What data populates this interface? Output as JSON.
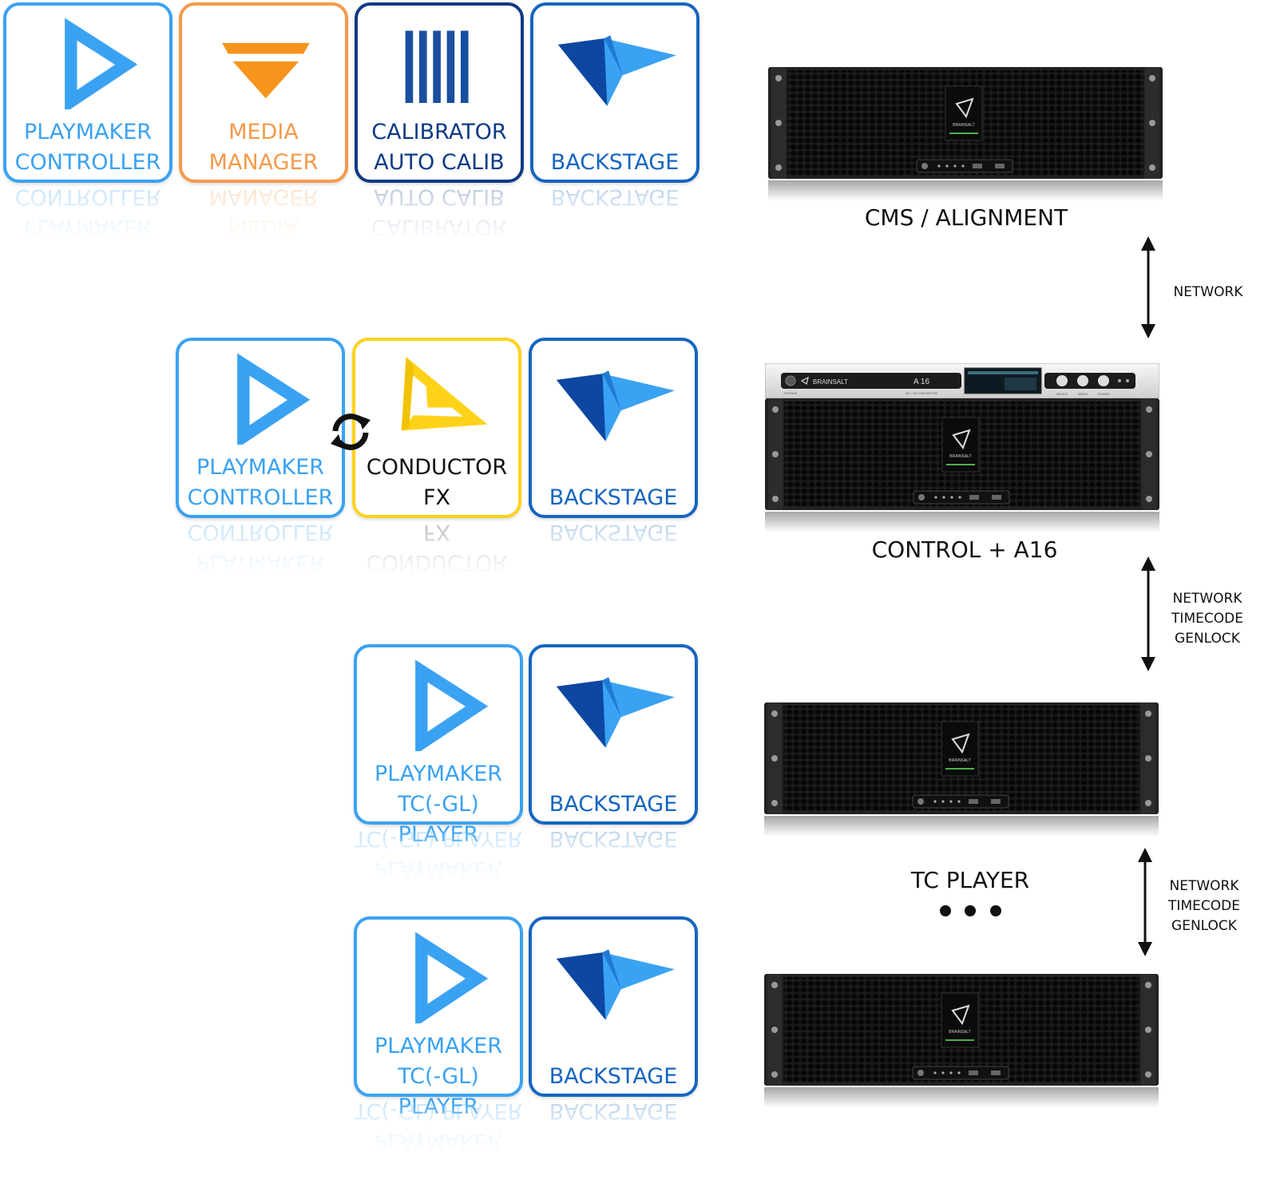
{
  "colors": {
    "playmaker": "#3aa2f2",
    "media": "#f59a4a",
    "calibrator": "#0d3a84",
    "backstage": "#1565c0",
    "conductor": "#ffd21a"
  },
  "rows": [
    {
      "tiles": [
        {
          "key": "playmaker",
          "lines": [
            "PLAYMAKER",
            "CONTROLLER"
          ],
          "icon": "playmaker-play-icon"
        },
        {
          "key": "media",
          "lines": [
            "MEDIA",
            "MANAGER"
          ],
          "icon": "media-manager-funnel-icon"
        },
        {
          "key": "calibrator",
          "lines": [
            "CALIBRATOR",
            "AUTO CALIB"
          ],
          "icon": "calibrator-bars-icon"
        },
        {
          "key": "backstage",
          "lines": [
            "",
            "BACKSTAGE"
          ],
          "icon": "backstage-folded-icon"
        }
      ]
    },
    {
      "tiles": [
        {
          "key": "playmaker",
          "lines": [
            "PLAYMAKER",
            "CONTROLLER"
          ],
          "icon": "playmaker-play-icon"
        },
        {
          "key": "conductor",
          "lines": [
            "CONDUCTOR",
            "FX"
          ],
          "icon": "conductor-triangle-icon"
        },
        {
          "key": "backstage",
          "lines": [
            "",
            "BACKSTAGE"
          ],
          "icon": "backstage-folded-icon"
        }
      ]
    },
    {
      "tiles": [
        {
          "key": "playmaker",
          "lines": [
            "PLAYMAKER",
            "TC(-GL) PLAYER"
          ],
          "icon": "playmaker-play-icon"
        },
        {
          "key": "backstage",
          "lines": [
            "",
            "BACKSTAGE"
          ],
          "icon": "backstage-folded-icon"
        }
      ]
    },
    {
      "tiles": [
        {
          "key": "playmaker",
          "lines": [
            "PLAYMAKER",
            "TC(-GL) PLAYER"
          ],
          "icon": "playmaker-play-icon"
        },
        {
          "key": "backstage",
          "lines": [
            "",
            "BACKSTAGE"
          ],
          "icon": "backstage-folded-icon"
        }
      ]
    }
  ],
  "sync_icon": "sync-arrows-icon",
  "servers": {
    "cms_label": "CMS / ALIGNMENT",
    "control_label": "CONTROL + A16",
    "tc_label": "TC PLAYER",
    "brand": "BRAINSALT",
    "a16_text": "A 16",
    "a16_sub": "AD / DA CONVERTER",
    "a16_knob_labels": [
      "SELECT",
      "MENU",
      "POWER"
    ],
    "a16_phones": "PHONES"
  },
  "connections": [
    {
      "lines": [
        "NETWORK"
      ]
    },
    {
      "lines": [
        "NETWORK",
        "TIMECODE",
        "GENLOCK"
      ]
    },
    {
      "lines": [
        "NETWORK",
        "TIMECODE",
        "GENLOCK"
      ]
    }
  ]
}
